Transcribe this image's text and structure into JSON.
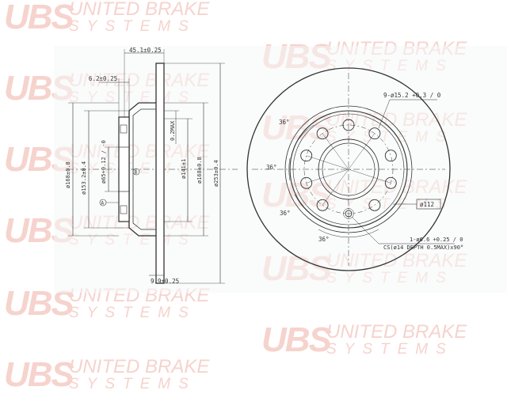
{
  "watermark": {
    "logo": "UBS",
    "line1": "UNITED BRAKE",
    "line2": "SYSTEMS"
  },
  "side_view": {
    "dim_total_width": "45.1±0.25",
    "dim_flange": "6.2±0.25",
    "dim_thickness": "9.9±0.25",
    "dim_d168": "ø168±0.8",
    "dim_d153": "ø153.2±0.4",
    "dim_d65": "ø65+0.12 / -0",
    "dim_runout": "0.2MAX",
    "dim_d141": "ø141±1",
    "dim_d1680": "ø168±0.8",
    "dim_d253": "ø253±0.4",
    "ref_a": "A",
    "ref_b": "B"
  },
  "front_view": {
    "holes": "9-ø15.2 +0.3 / 0",
    "angle_label": "36°",
    "pcd": "ø112",
    "pilot": "1-ø6.6 +0.25 / 0",
    "countersink": "CS(ø14 DEPTH 0.5MAX)x90°"
  }
}
